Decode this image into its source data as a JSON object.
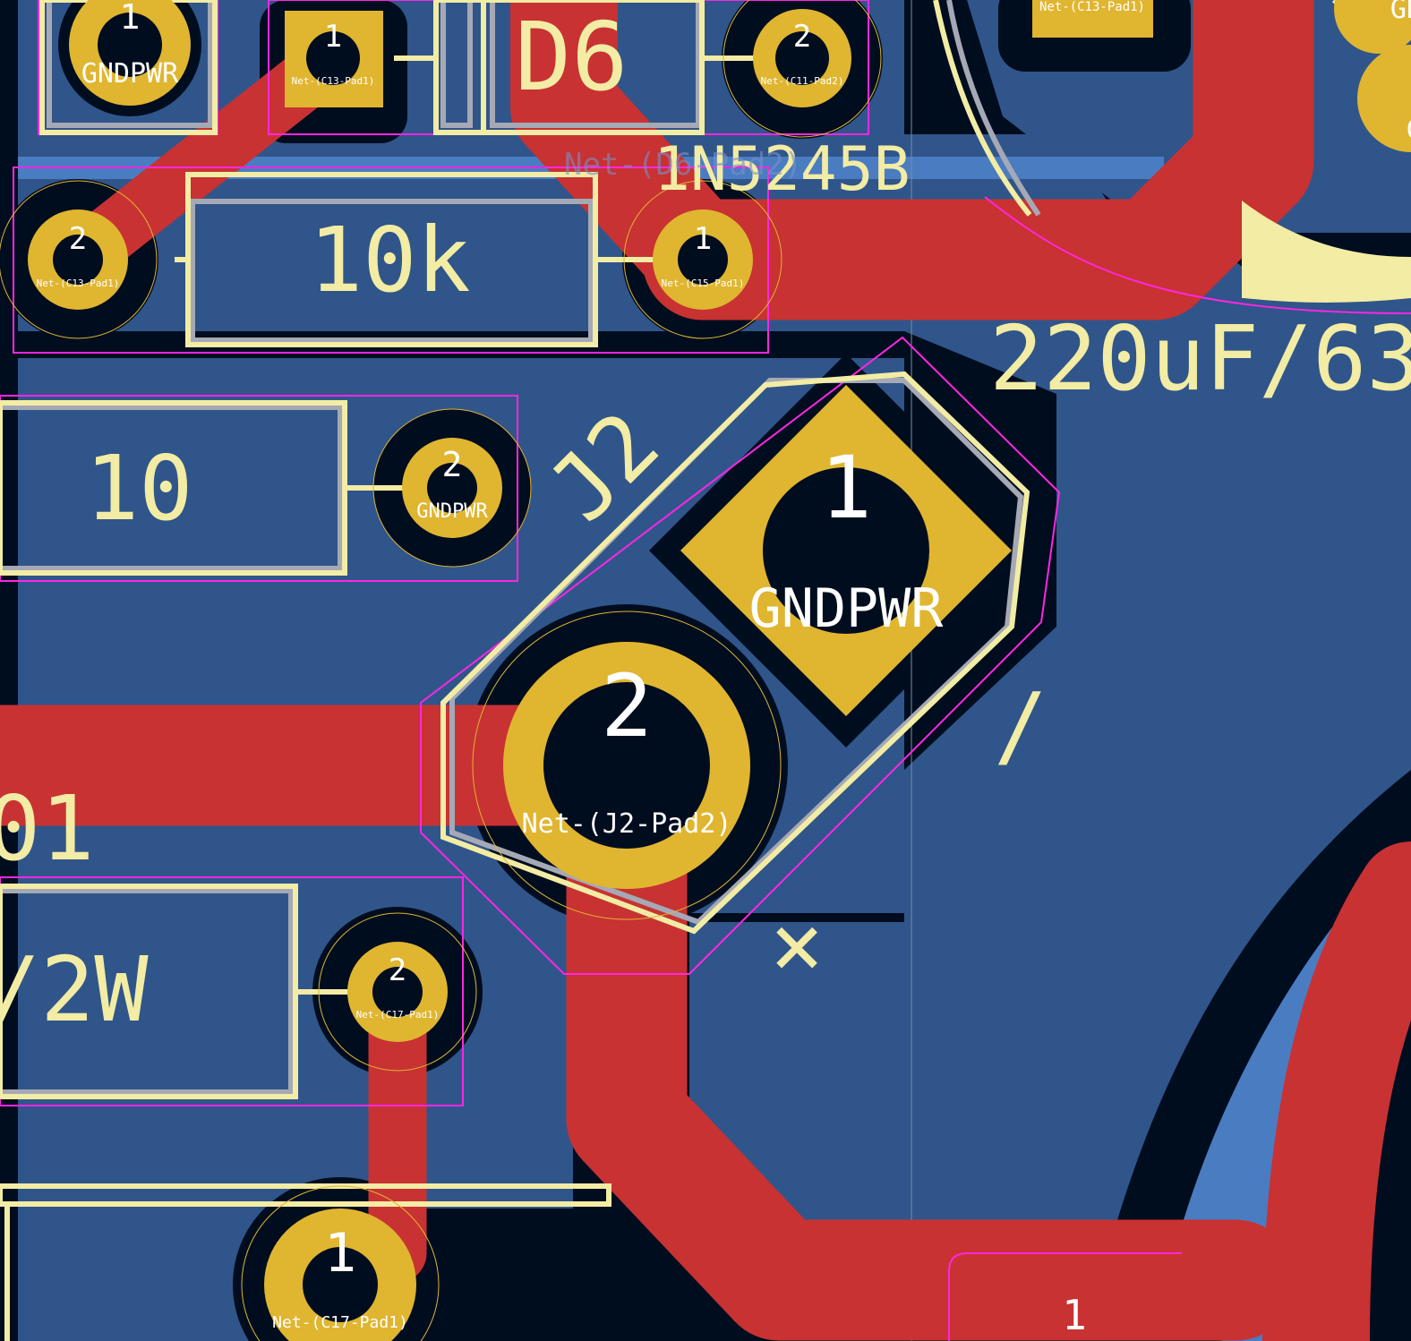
{
  "colors": {
    "background": "#000d1f",
    "copper_fill": "#30558a",
    "copper_fill_light": "#4a7cc2",
    "track": "#c83232",
    "pad": "#e0b530",
    "silkscreen": "#f2eca4",
    "courtyard": "#ff26e2",
    "fab": "#a5a9b5"
  },
  "silkscreen": {
    "diode_ref": "D6",
    "diode_value": "1N5245B",
    "resistor_value_10k": "10k",
    "resistor_value_10": "10",
    "cap_value": "220uF/63",
    "connector_ref": "J2",
    "resistor_value_2w": "/2W",
    "ref_fragment": "01",
    "mark_slash": "/",
    "mark_x": "×"
  },
  "pads": {
    "p1_num": "1",
    "p1_net": "GNDPWR",
    "p2_num": "1",
    "p2_net": "Net-(C13-Pad1)",
    "p3_num": "2",
    "p3_net": "Net-(C11-Pad2)",
    "p4_net": "Net-(C13-Pad1)",
    "p5_net": "GND",
    "p6_net": "G",
    "p7_num": "2",
    "p7_net": "Net-(C13-Pad1)",
    "p8_num": "1",
    "p8_net": "Net-(C15-Pad1)",
    "p9_num": "2",
    "p9_net": "GNDPWR",
    "j2_pad1_num": "1",
    "j2_pad1_net": "GNDPWR",
    "j2_pad2_num": "2",
    "j2_pad2_net": "Net-(J2-Pad2)",
    "p12_num": "2",
    "p12_net": "Net-(C17-Pad1)",
    "p13_num": "1",
    "p13_net": "Net-(C17-Pad1)",
    "p14_num": "1"
  },
  "ghost_net": "Net-(D6-Pad2)"
}
